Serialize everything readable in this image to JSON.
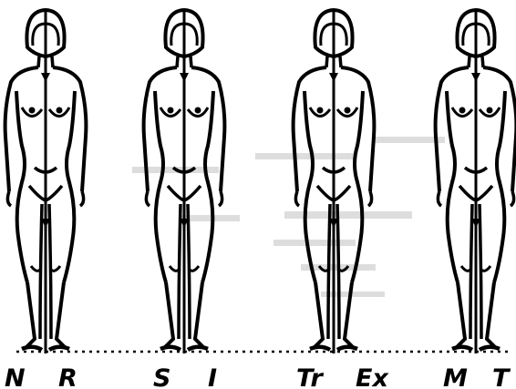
{
  "figures": [
    {
      "id": "figure-1",
      "labels": [
        "N",
        "R"
      ]
    },
    {
      "id": "figure-2",
      "labels": [
        "S",
        "I"
      ]
    },
    {
      "id": "figure-3",
      "labels": [
        "Tr",
        "Ex"
      ]
    },
    {
      "id": "figure-4",
      "labels": [
        "M",
        "T"
      ]
    }
  ],
  "colors": {
    "ink": "#000000",
    "background": "#ffffff",
    "bleed_through": "#c8c8c8"
  }
}
